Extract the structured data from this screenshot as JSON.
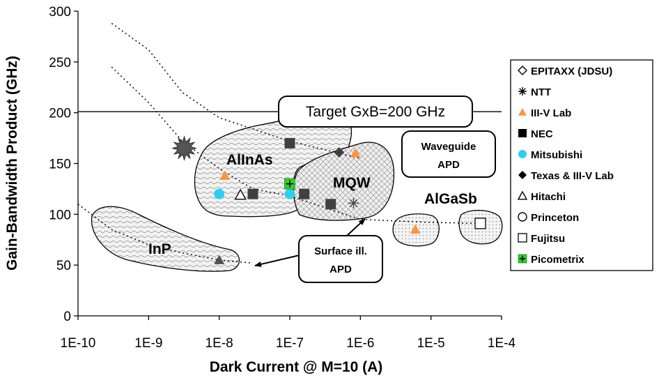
{
  "chart_data": {
    "type": "scatter",
    "xlabel": "Dark Current @ M=10 (A)",
    "ylabel": "Gain-Bandwidth Product (GHz)",
    "xscale": "log",
    "xlim": [
      1e-10,
      0.0001
    ],
    "ylim": [
      0,
      300
    ],
    "x_tick_labels": [
      "1E-10",
      "1E-9",
      "1E-8",
      "1E-7",
      "1E-6",
      "1E-5",
      "1E-4"
    ],
    "y_tick_labels": [
      "0",
      "50",
      "100",
      "150",
      "200",
      "250",
      "300"
    ],
    "grid": false,
    "legend_position": "right",
    "target_line": {
      "y": 201,
      "label": "Target GxB=200 GHz"
    },
    "regions": [
      {
        "label": "AlInAs"
      },
      {
        "label": "MQW"
      },
      {
        "label": "AlGaSb"
      },
      {
        "label": "InP"
      }
    ],
    "callouts": [
      {
        "lines": [
          "Waveguide",
          "APD"
        ]
      },
      {
        "lines": [
          "Surface ill.",
          "APD"
        ]
      }
    ],
    "series": [
      {
        "name": "EPITAXX (JDSU)",
        "marker": "diamond-open",
        "color": "#000000",
        "points": []
      },
      {
        "name": "NTT",
        "marker": "asterisk",
        "color": "#444444",
        "points": [
          [
            8e-07,
            111
          ]
        ]
      },
      {
        "name": "III-V Lab",
        "marker": "triangle",
        "color": "#f79646",
        "points": [
          [
            1.2e-08,
            138
          ],
          [
            8.5e-07,
            160
          ],
          [
            6e-06,
            85
          ]
        ]
      },
      {
        "name": "NEC",
        "marker": "square",
        "color": "#404040",
        "points": [
          [
            3e-08,
            120
          ],
          [
            1e-07,
            170
          ],
          [
            1.6e-07,
            120
          ],
          [
            3.8e-07,
            110
          ]
        ]
      },
      {
        "name": "Mitsubishi",
        "marker": "circle",
        "color": "#33ccee",
        "points": [
          [
            1e-08,
            120
          ],
          [
            1e-07,
            120
          ]
        ]
      },
      {
        "name": "Texas & III-V Lab",
        "marker": "diamond",
        "color": "#404040",
        "points": [
          [
            5e-07,
            161
          ]
        ]
      },
      {
        "name": "Hitachi",
        "marker": "triangle-open",
        "color": "#000000",
        "points": [
          [
            2e-08,
            119
          ]
        ]
      },
      {
        "name": "Princeton",
        "marker": "circle-open",
        "color": "#000000",
        "points": []
      },
      {
        "name": "Fujitsu",
        "marker": "square-open",
        "color": "#000000",
        "points": [
          [
            5e-05,
            91
          ]
        ]
      },
      {
        "name": "Picometrix",
        "marker": "plus-square",
        "color": "#33cc33",
        "points": [
          [
            1e-07,
            130
          ]
        ]
      },
      {
        "name": "",
        "marker": "starburst",
        "color": "#555555",
        "points": [
          [
            3.2e-09,
            165
          ]
        ]
      },
      {
        "name": "",
        "marker": "triangle",
        "color": "#505050",
        "points": [
          [
            1e-08,
            55
          ]
        ]
      }
    ],
    "trend_lines": [
      {
        "points": [
          [
            3e-10,
            288
          ],
          [
            1e-09,
            262
          ],
          [
            3e-09,
            220
          ],
          [
            1e-08,
            195
          ],
          [
            1e-07,
            172
          ],
          [
            1e-06,
            155
          ]
        ]
      },
      {
        "points": [
          [
            3e-10,
            245
          ],
          [
            1e-09,
            210
          ],
          [
            3e-09,
            172
          ],
          [
            1e-08,
            145
          ],
          [
            3e-08,
            125
          ],
          [
            1e-07,
            118
          ],
          [
            1e-06,
            95
          ],
          [
            1e-05,
            92
          ],
          [
            5e-05,
            91
          ]
        ]
      },
      {
        "points": [
          [
            1e-10,
            110
          ],
          [
            3e-10,
            85
          ],
          [
            1e-09,
            70
          ],
          [
            3e-09,
            62
          ],
          [
            1e-08,
            55
          ],
          [
            3e-08,
            52
          ]
        ]
      }
    ]
  },
  "legend": {
    "items": [
      {
        "label": "EPITAXX (JDSU)",
        "marker": "diamond-open",
        "color": "#000000"
      },
      {
        "label": "NTT",
        "marker": "asterisk",
        "color": "#000000"
      },
      {
        "label": "III-V Lab",
        "marker": "triangle",
        "color": "#f79646"
      },
      {
        "label": "NEC",
        "marker": "square",
        "color": "#000000"
      },
      {
        "label": "Mitsubishi",
        "marker": "circle",
        "color": "#33ccee"
      },
      {
        "label": "Texas & III-V Lab",
        "marker": "diamond",
        "color": "#000000"
      },
      {
        "label": "Hitachi",
        "marker": "triangle-open",
        "color": "#000000"
      },
      {
        "label": "Princeton",
        "marker": "circle-open",
        "color": "#000000"
      },
      {
        "label": "Fujitsu",
        "marker": "square-open",
        "color": "#000000"
      },
      {
        "label": "Picometrix",
        "marker": "plus-square",
        "color": "#33cc33"
      }
    ]
  }
}
